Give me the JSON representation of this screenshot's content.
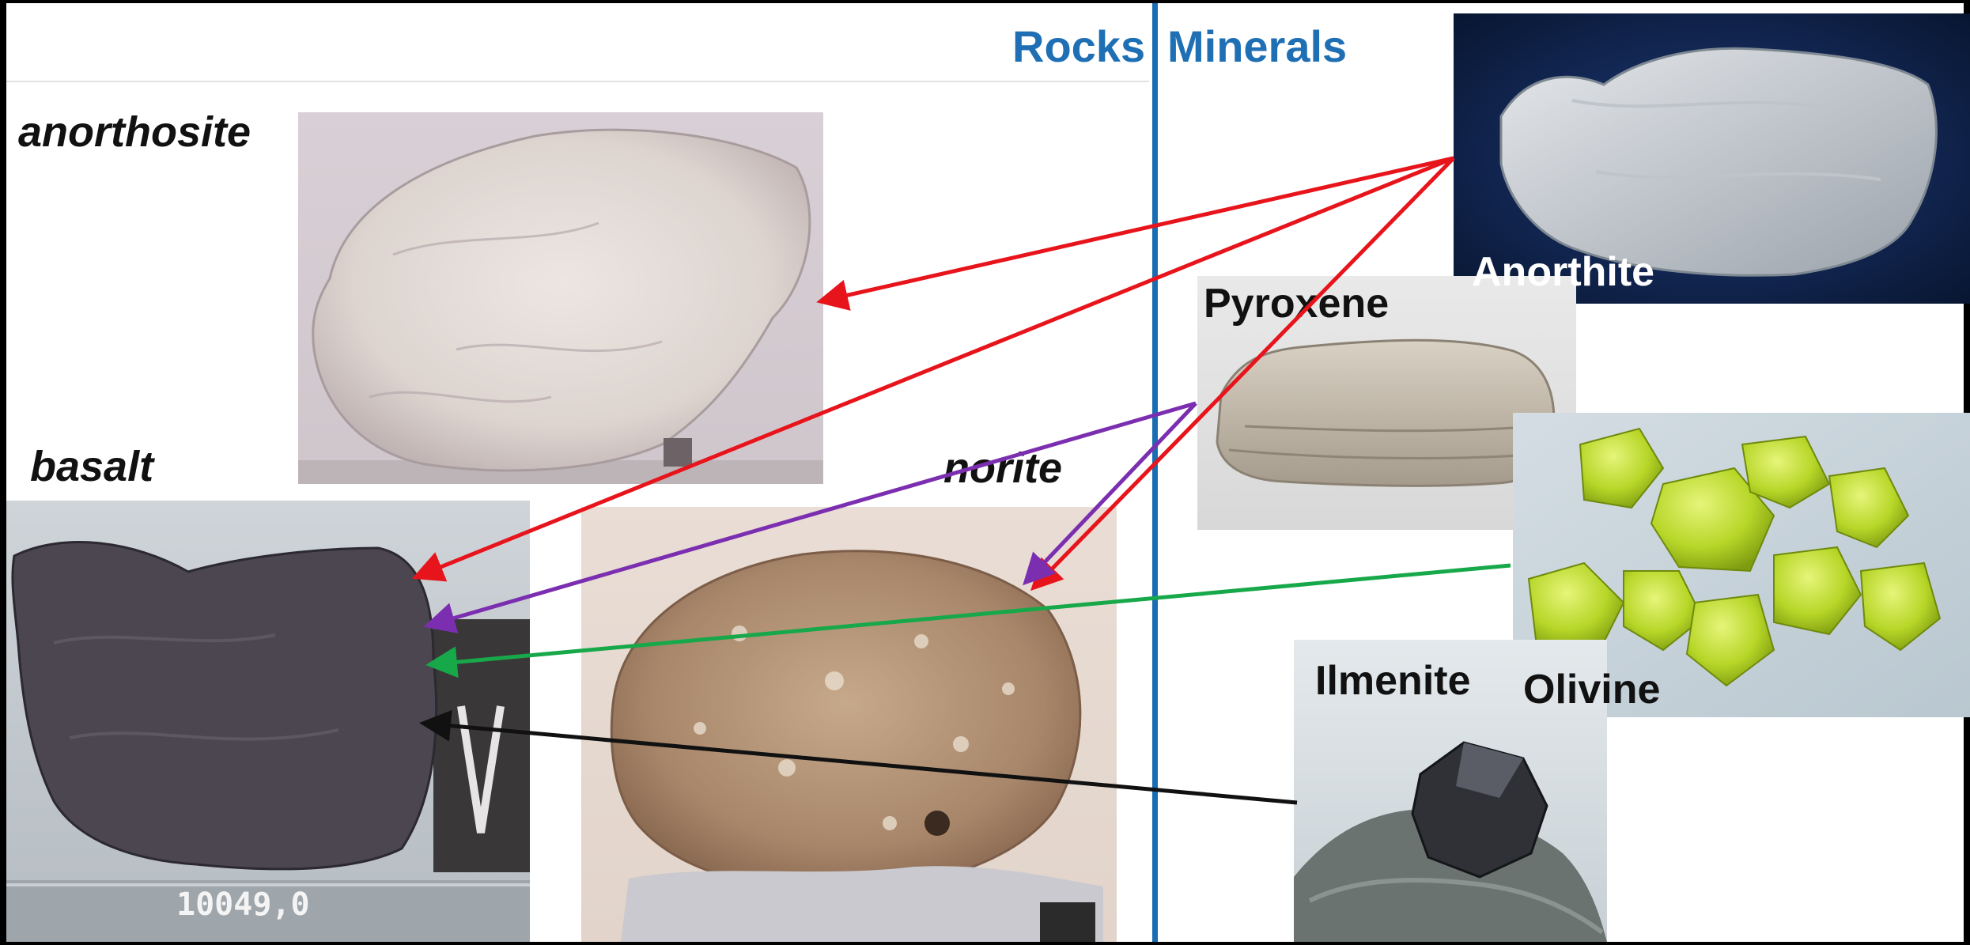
{
  "headers": {
    "rocks": "Rocks",
    "minerals": "Minerals"
  },
  "rocks": {
    "anorthosite": {
      "label": "anorthosite"
    },
    "basalt": {
      "label": "basalt",
      "sample_id": "10049,0"
    },
    "norite": {
      "label": "norite"
    }
  },
  "minerals": {
    "anorthite": {
      "label": "Anorthite"
    },
    "pyroxene": {
      "label": "Pyroxene"
    },
    "olivine": {
      "label": "Olivine"
    },
    "ilmenite": {
      "label": "Ilmenite"
    }
  },
  "colors": {
    "header": "#1f6fb4",
    "divider": "#1a6db3",
    "anorthite_link": "#e8141b",
    "pyroxene_link": "#7b2fb0",
    "olivine_link": "#17a84a",
    "ilmenite_link": "#111111"
  },
  "links": [
    {
      "from": "Anorthite",
      "to": "anorthosite",
      "color": "red"
    },
    {
      "from": "Anorthite",
      "to": "basalt",
      "color": "red"
    },
    {
      "from": "Anorthite",
      "to": "norite",
      "color": "red"
    },
    {
      "from": "Pyroxene",
      "to": "basalt",
      "color": "purple"
    },
    {
      "from": "Pyroxene",
      "to": "norite",
      "color": "purple"
    },
    {
      "from": "Olivine",
      "to": "basalt",
      "color": "green"
    },
    {
      "from": "Ilmenite",
      "to": "basalt",
      "color": "black"
    }
  ]
}
